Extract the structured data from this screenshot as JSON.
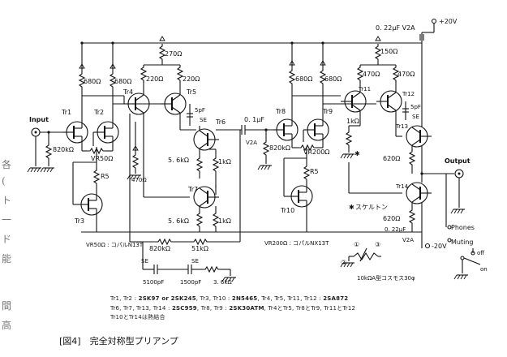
{
  "side_text": {
    "col1": [
      "各",
      "(",
      "ト",
      "一",
      "ド",
      "能"
    ],
    "col2": [
      "間",
      "高"
    ]
  },
  "labels": {
    "supply_pos": "+20V",
    "supply_neg": "-20V",
    "cap_top": "0. 22μF V2A",
    "cap_bot": "0. 22μF",
    "cap_bot_v": "V2A",
    "input": "Input",
    "output": "Output",
    "phones": "Phones",
    "muting": "Muting",
    "off": "off",
    "on": "on",
    "skeleton": "スケルトン",
    "skeleton_mark": "✱",
    "vr500_note": "VR50Ω : コパルN13T",
    "vr200_note": "VR200Ω : コパルNX13T",
    "switch_note": "10kΩA型コスモス30φ",
    "circle1": "①",
    "circle3": "③",
    "circle2": "②"
  },
  "transistors": {
    "tr1": "Tr1",
    "tr2": "Tr2",
    "tr3": "Tr3",
    "tr4": "Tr4",
    "tr5": "Tr5",
    "tr6": "Tr6",
    "tr7": "Tr7",
    "tr8": "Tr8",
    "tr9": "Tr9",
    "tr10": "Tr10",
    "tr11": "Tr11",
    "tr12": "Tr12",
    "tr13": "Tr13",
    "tr14": "Tr14"
  },
  "parts": {
    "r680a": "680Ω",
    "r680b": "680Ω",
    "r270": "270Ω",
    "r220a": "220Ω",
    "r220b": "220Ω",
    "c5p_a": "5pF",
    "se_a": "SE",
    "r820k": "820kΩ",
    "vr500": "VR50Ω",
    "r5a": "R5",
    "r470a": "470Ω",
    "r56k_a": "5. 6kΩ",
    "r1k_a": "1kΩ",
    "r56k_b": "5. 6kΩ",
    "r1k_b": "1kΩ",
    "c01": "0. 1μF",
    "v2a": "V2A",
    "r820k_b": "820kΩ",
    "r680c": "680Ω",
    "r680d": "680Ω",
    "vr200": "VR200Ω",
    "r5b": "R5",
    "r1k_c": "1kΩ",
    "r150": "150Ω",
    "r470b": "470Ω",
    "r470c": "470Ω",
    "c5p_b": "5pF",
    "se_b": "SE",
    "r620a": "620Ω",
    "r620b": "620Ω",
    "fb_r820k": "820kΩ",
    "fb_r51k": "51kΩ",
    "fb_se1": "SE",
    "fb_se2": "SE",
    "fb_c5100": "5100pF",
    "fb_c1500": "1500pF",
    "fb_r36k": "3. 6kΩ"
  },
  "notes": {
    "line1a": "Tr1, Tr2 : ",
    "line1b": "2SK97 or 2SK245",
    "line1c": ", Tr3, Tr10 : ",
    "line1d": "2N5465",
    "line1e": ", Tr4, Tr5, Tr11, Tr12 : ",
    "line1f": "2SA872",
    "line2a": "Tr6, Tr7, Tr13, Tr14 : ",
    "line2b": "2SC959",
    "line2c": ", Tr8, Tr9 : ",
    "line2d": "2SK30ATM",
    "line2e": ", Tr4とTr5, Tr8とTr9, Tr11とTr12",
    "line3": "Tr10とTr14は熱結合"
  },
  "caption": "[図4]　完全対称型プリアンプ"
}
